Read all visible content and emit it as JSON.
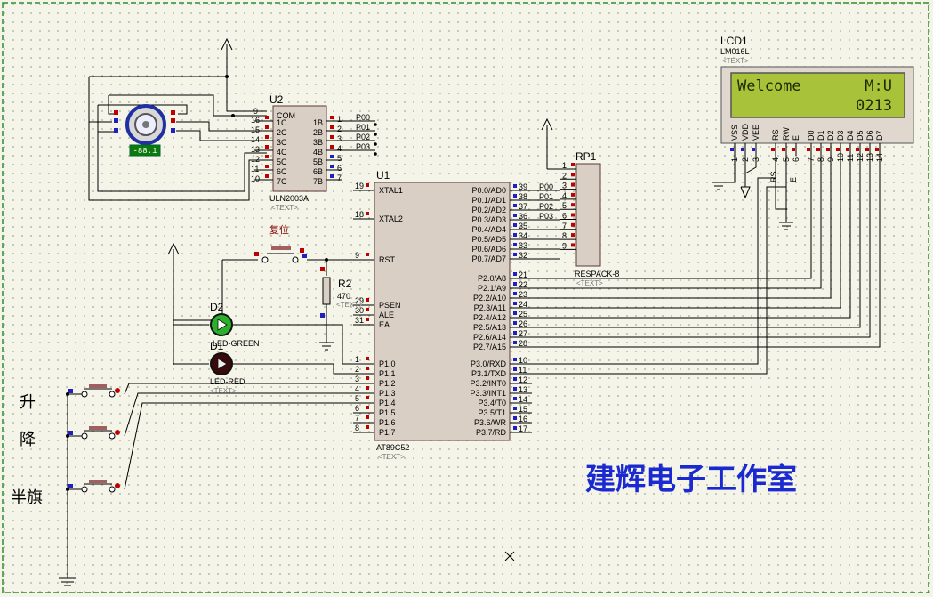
{
  "u1": {
    "ref": "U1",
    "part": "AT89C52",
    "text": "<TEXT>",
    "left_pins": [
      {
        "num": "19",
        "name": "XTAL1"
      },
      {
        "num": "18",
        "name": "XTAL2"
      },
      {
        "num": "9",
        "name": "RST"
      },
      {
        "num": "29",
        "name": "PSEN"
      },
      {
        "num": "30",
        "name": "ALE"
      },
      {
        "num": "31",
        "name": "EA"
      },
      {
        "num": "1",
        "name": "P1.0"
      },
      {
        "num": "2",
        "name": "P1.1"
      },
      {
        "num": "3",
        "name": "P1.2"
      },
      {
        "num": "4",
        "name": "P1.3"
      },
      {
        "num": "5",
        "name": "P1.4"
      },
      {
        "num": "6",
        "name": "P1.5"
      },
      {
        "num": "7",
        "name": "P1.6"
      },
      {
        "num": "8",
        "name": "P1.7"
      }
    ],
    "right_pins": [
      {
        "num": "39",
        "name": "P0.0/AD0"
      },
      {
        "num": "38",
        "name": "P0.1/AD1"
      },
      {
        "num": "37",
        "name": "P0.2/AD2"
      },
      {
        "num": "36",
        "name": "P0.3/AD3"
      },
      {
        "num": "35",
        "name": "P0.4/AD4"
      },
      {
        "num": "34",
        "name": "P0.5/AD5"
      },
      {
        "num": "33",
        "name": "P0.6/AD6"
      },
      {
        "num": "32",
        "name": "P0.7/AD7"
      },
      {
        "num": "21",
        "name": "P2.0/A8"
      },
      {
        "num": "22",
        "name": "P2.1/A9"
      },
      {
        "num": "23",
        "name": "P2.2/A10"
      },
      {
        "num": "24",
        "name": "P2.3/A11"
      },
      {
        "num": "25",
        "name": "P2.4/A12"
      },
      {
        "num": "26",
        "name": "P2.5/A13"
      },
      {
        "num": "27",
        "name": "P2.6/A14"
      },
      {
        "num": "28",
        "name": "P2.7/A15"
      },
      {
        "num": "10",
        "name": "P3.0/RXD"
      },
      {
        "num": "11",
        "name": "P3.1/TXD"
      },
      {
        "num": "12",
        "name": "P3.2/INT0"
      },
      {
        "num": "13",
        "name": "P3.3/INT1"
      },
      {
        "num": "14",
        "name": "P3.4/T0"
      },
      {
        "num": "15",
        "name": "P3.5/T1"
      },
      {
        "num": "16",
        "name": "P3.6/WR"
      },
      {
        "num": "17",
        "name": "P3.7/RD"
      }
    ],
    "p0_labels": [
      "P00",
      "P01",
      "P02",
      "P03"
    ]
  },
  "u2": {
    "ref": "U2",
    "part": "ULN2003A",
    "text": "<TEXT>",
    "com_pin": "9",
    "com_label": "COM",
    "left_pins": [
      {
        "num": "16",
        "name": "1C"
      },
      {
        "num": "15",
        "name": "2C"
      },
      {
        "num": "14",
        "name": "3C"
      },
      {
        "num": "13",
        "name": "4C"
      },
      {
        "num": "12",
        "name": "5C"
      },
      {
        "num": "11",
        "name": "6C"
      },
      {
        "num": "10",
        "name": "7C"
      }
    ],
    "right_pins": [
      {
        "num": "1",
        "name": "1B"
      },
      {
        "num": "2",
        "name": "2B"
      },
      {
        "num": "3",
        "name": "3B"
      },
      {
        "num": "4",
        "name": "4B"
      },
      {
        "num": "5",
        "name": "5B"
      },
      {
        "num": "6",
        "name": "6B"
      },
      {
        "num": "7",
        "name": "7B"
      }
    ],
    "net_labels": [
      "P00",
      "P01",
      "P02",
      "P03"
    ]
  },
  "rp1": {
    "ref": "RP1",
    "part": "RESPACK-8",
    "text": "<TEXT>",
    "pins": [
      "1",
      "2",
      "3",
      "4",
      "5",
      "6",
      "7",
      "8",
      "9"
    ]
  },
  "lcd": {
    "ref": "LCD1",
    "part": "LM016L",
    "text": "<TEXT>",
    "line1_left": "Welcome",
    "line1_right": "M:U",
    "line2": "0213",
    "pin_names": [
      "VSS",
      "VDD",
      "VEE",
      "RS",
      "RW",
      "E",
      "D0",
      "D1",
      "D2",
      "D3",
      "D4",
      "D5",
      "D6",
      "D7"
    ],
    "pin_nums": [
      "1",
      "2",
      "3",
      "4",
      "5",
      "6",
      "7",
      "8",
      "9",
      "10",
      "11",
      "12",
      "13",
      "14"
    ],
    "wire_labels": [
      "RS",
      "E"
    ]
  },
  "r2": {
    "ref": "R2",
    "value": "470",
    "text": "<TEXT>"
  },
  "d2": {
    "ref": "D2",
    "part": "LED-GREEN"
  },
  "d1": {
    "ref": "D1",
    "part": "LED-RED",
    "text": "<TEXT>"
  },
  "motor": {
    "readout": "-88.1"
  },
  "reset_label": "复位",
  "buttons": [
    "升",
    "降",
    "半旗"
  ],
  "studio_name": "建辉电子工作室",
  "colors": {
    "background": "#f4f4e8",
    "chip_fill": "#d9cfc5",
    "lcd_screen": "#a8c33a",
    "studio_text": "#1a2ad0",
    "border": "#2e8b2e"
  }
}
